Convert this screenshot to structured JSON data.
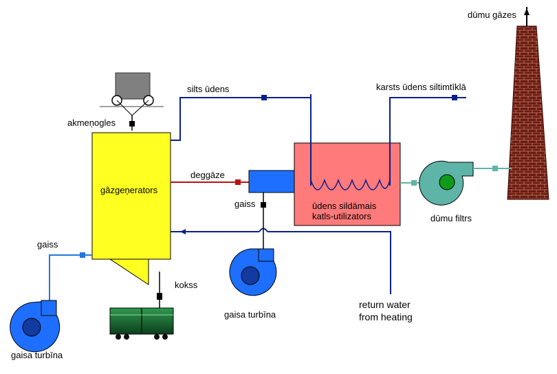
{
  "labels": {
    "chimney_gases": "dūmu gāzes",
    "hot_water": "karsts ūdens siltimtīklā",
    "warm_water": "silts ūdens",
    "coal": "akmeņogles",
    "gas_generators": "gâzgeņerators",
    "producer_gas": "deggāze",
    "air_mid": "gaiss",
    "air_left": "gaiss",
    "boiler_line1": "ūdens sildāmais",
    "boiler_line2": "katls-utilizators",
    "smoke_filter": "dūmu filtrs",
    "coke": "kokss",
    "fan_mid": "gaisa turbīna",
    "fan_left": "gaisa turbīna",
    "return_line1": "return water",
    "return_line2": "from heating"
  },
  "colors": {
    "generator_fill": "#ffff22",
    "boiler_fill": "#ff7a7a",
    "fan_blue": "#1e6fff",
    "filter_teal": "#5fb4a8",
    "water_line": "#0a1f8c",
    "air_line": "#2277dd",
    "gas_line": "#bb1111",
    "chimney_brick": "#6b1a12"
  }
}
